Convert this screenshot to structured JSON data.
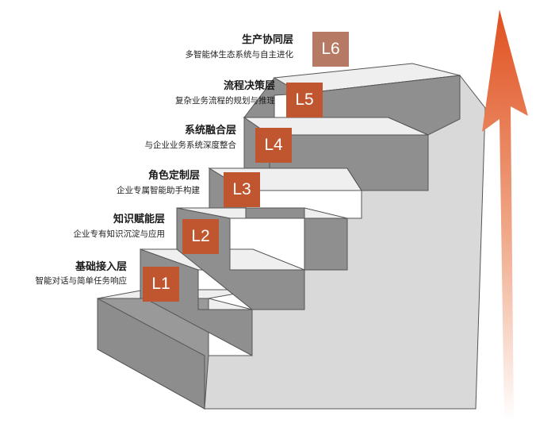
{
  "levels": [
    {
      "code": "L1",
      "title": "基础接入层",
      "desc": "智能对话与简单任务响应"
    },
    {
      "code": "L2",
      "title": "知识赋能层",
      "desc": "企业专有知识沉淀与应用"
    },
    {
      "code": "L3",
      "title": "角色定制层",
      "desc": "企业专属智能助手构建"
    },
    {
      "code": "L4",
      "title": "系统融合层",
      "desc": "与企业业务系统深度整合"
    },
    {
      "code": "L5",
      "title": "流程决策层",
      "desc": "复杂业务流程的规划与推理"
    },
    {
      "code": "L6",
      "title": "生产协同层",
      "desc": "多智能体生态系统与自主进化"
    }
  ],
  "colors": {
    "badge": "#c0562f",
    "badge_top": "#b67a64",
    "arrow_dark": "#e0501f",
    "arrow_light": "#ffffff",
    "stair_top": "#efefef",
    "stair_riser": "#8b8b8b",
    "stair_side": "#d6d6d6",
    "stair_edge": "#555555"
  }
}
